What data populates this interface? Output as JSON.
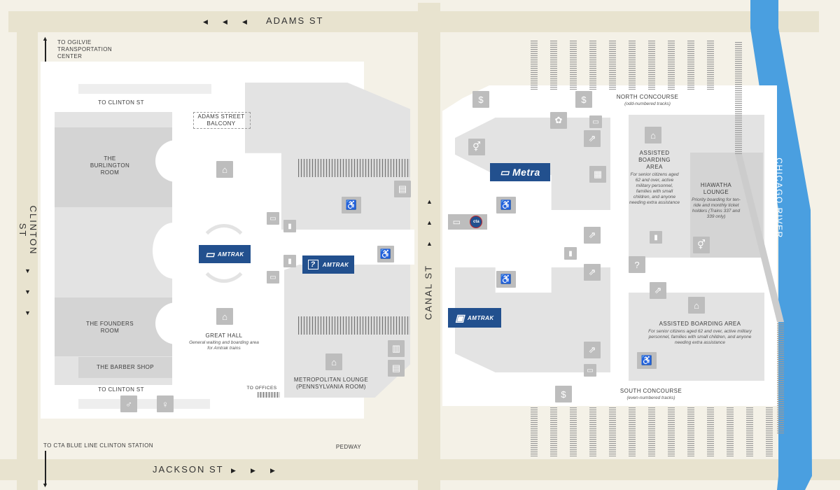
{
  "streets": {
    "adams": "ADAMS ST",
    "jackson": "JACKSON ST",
    "clinton": "CLINTON ST",
    "canal": "CANAL ST"
  },
  "river": "CHICAGO RIVER",
  "labels": {
    "to_ogilvie": "TO OGILVIE TRANSPORTATION CENTER",
    "to_clinton_top": "TO CLINTON ST",
    "to_clinton_bottom": "TO CLINTON ST",
    "adams_balcony": "ADAMS STREET BALCONY",
    "burlington": "THE BURLINGTON ROOM",
    "founders": "THE FOUNDERS ROOM",
    "barber": "THE BARBER SHOP",
    "great_hall": "GREAT HALL",
    "great_hall_note": "General waiting and boarding area for Amtrak trains",
    "metropolitan": "METROPOLITAN LOUNGE (PENNSYLVANIA ROOM)",
    "to_offices": "TO OFFICES",
    "to_cta": "TO CTA BLUE LINE CLINTON STATION",
    "pedway": "PEDWAY",
    "north_concourse": "NORTH CONCOURSE",
    "north_note": "(odd-numbered tracks)",
    "south_concourse": "SOUTH CONCOURSE",
    "south_note": "(even-numbered tracks)",
    "assisted_1": "ASSISTED BOARDING AREA",
    "assisted_1_note": "For senior citizens aged 62 and over, active military personnel, families with small children, and anyone needing extra assistance",
    "hiawatha": "HIAWATHA LOUNGE",
    "hiawatha_note": "Priority boarding for ten-ride and monthly ticket holders (Trains 337 and 339 only)",
    "assisted_2": "ASSISTED BOARDING AREA",
    "assisted_2_note": "For senior citizens aged 62 and over, active military personnel, families with small children, and anyone needing extra assistance"
  },
  "brands": {
    "amtrak": "AMTRAK",
    "metra": "Metra",
    "cta": "cta"
  },
  "icons": {
    "arrow_left": "◀",
    "arrow_right": "▶",
    "arrow_up": "▲",
    "arrow_down": "▼",
    "dollar": "$",
    "question": "?",
    "waiting": "⌂",
    "accessible": "♿",
    "restroom_men": "♂",
    "restroom_women": "♀",
    "restrooms": "⚥",
    "escalator": "⇗",
    "elevator": "▮",
    "atm": "▭",
    "taxi": "▤",
    "bus": "▥",
    "baggage": "▣",
    "flower": "✿",
    "newspaper": "▦"
  },
  "colors": {
    "background": "#f4f1e7",
    "street": "#e8e3cf",
    "brand_blue": "#22508e",
    "river": "#4a9fe0",
    "icon_gray": "#bdbdbd"
  }
}
